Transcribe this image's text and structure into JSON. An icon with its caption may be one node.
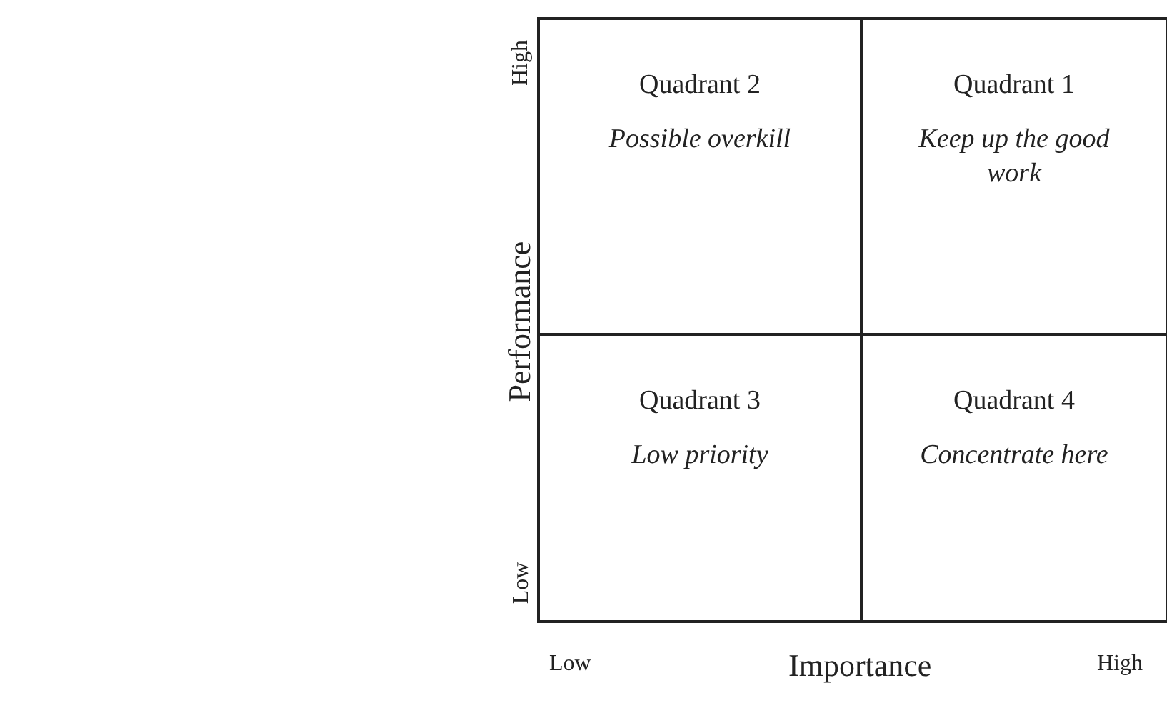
{
  "diagram": {
    "nodes": [
      {
        "text": [
          "Quadrant 2",
          "Possible overkill"
        ]
      },
      {
        "text": [
          "Quadrant 1",
          "Keep up the good work"
        ]
      },
      {
        "text": [
          "Quadrant 3",
          "Low priority"
        ]
      },
      {
        "text": [
          "Quadrant 4",
          "Concentrate here"
        ]
      }
    ],
    "edges": [],
    "labels": [
      "High",
      "Performance",
      "Low",
      "Low",
      "Importance",
      "High"
    ]
  }
}
